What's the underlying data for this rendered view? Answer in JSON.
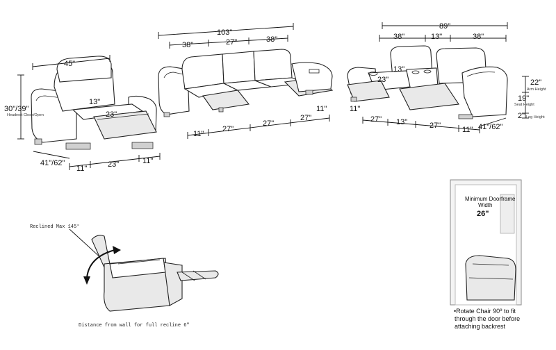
{
  "single_recliner": {
    "width_top": "45\"",
    "height": "30\"/39\"",
    "headrest_caption": "Headrest Close/Open",
    "depth": "41\"/62\"",
    "seat_depth": "13\"",
    "seat_width_mid": "23\"",
    "bottom_left": "11\"",
    "bottom_mid": "23\"",
    "bottom_right": "11\""
  },
  "sofa": {
    "total_width": "103\"",
    "top_left": "38\"",
    "top_mid": "27\"",
    "top_right": "38\"",
    "right_arm": "11\"",
    "bottom_1": "11\"",
    "bottom_2": "27\"",
    "bottom_3": "27\"",
    "bottom_4": "27\""
  },
  "loveseat": {
    "total_width": "89\"",
    "top_left": "38\"",
    "top_mid": "13\"",
    "top_right": "38\"",
    "console_depth": "13\"",
    "seat_width_mid": "23\"",
    "left_arm": "11\"",
    "bottom_1": "27\"",
    "bottom_2": "13\"",
    "bottom_3": "27\"",
    "bottom_4": "11\"",
    "depth": "41\"/62\""
  },
  "side_heights": {
    "arm": "22\"",
    "arm_caption": "Arm Height",
    "seat": "19\"",
    "seat_caption": "Seat Height",
    "leg": "2\"",
    "leg_caption": "Leg Height"
  },
  "recline": {
    "max_label": "Reclined Max 145°",
    "wall_distance": "Distance from wall for full recline 6\""
  },
  "doorframe": {
    "title_line1": "Minimum Doorframe",
    "title_line2": "Width",
    "width": "26\"",
    "note_line1": "•Rotate Chair 90º to fit",
    "note_line2": "through the door before",
    "note_line3": "attaching backrest"
  }
}
